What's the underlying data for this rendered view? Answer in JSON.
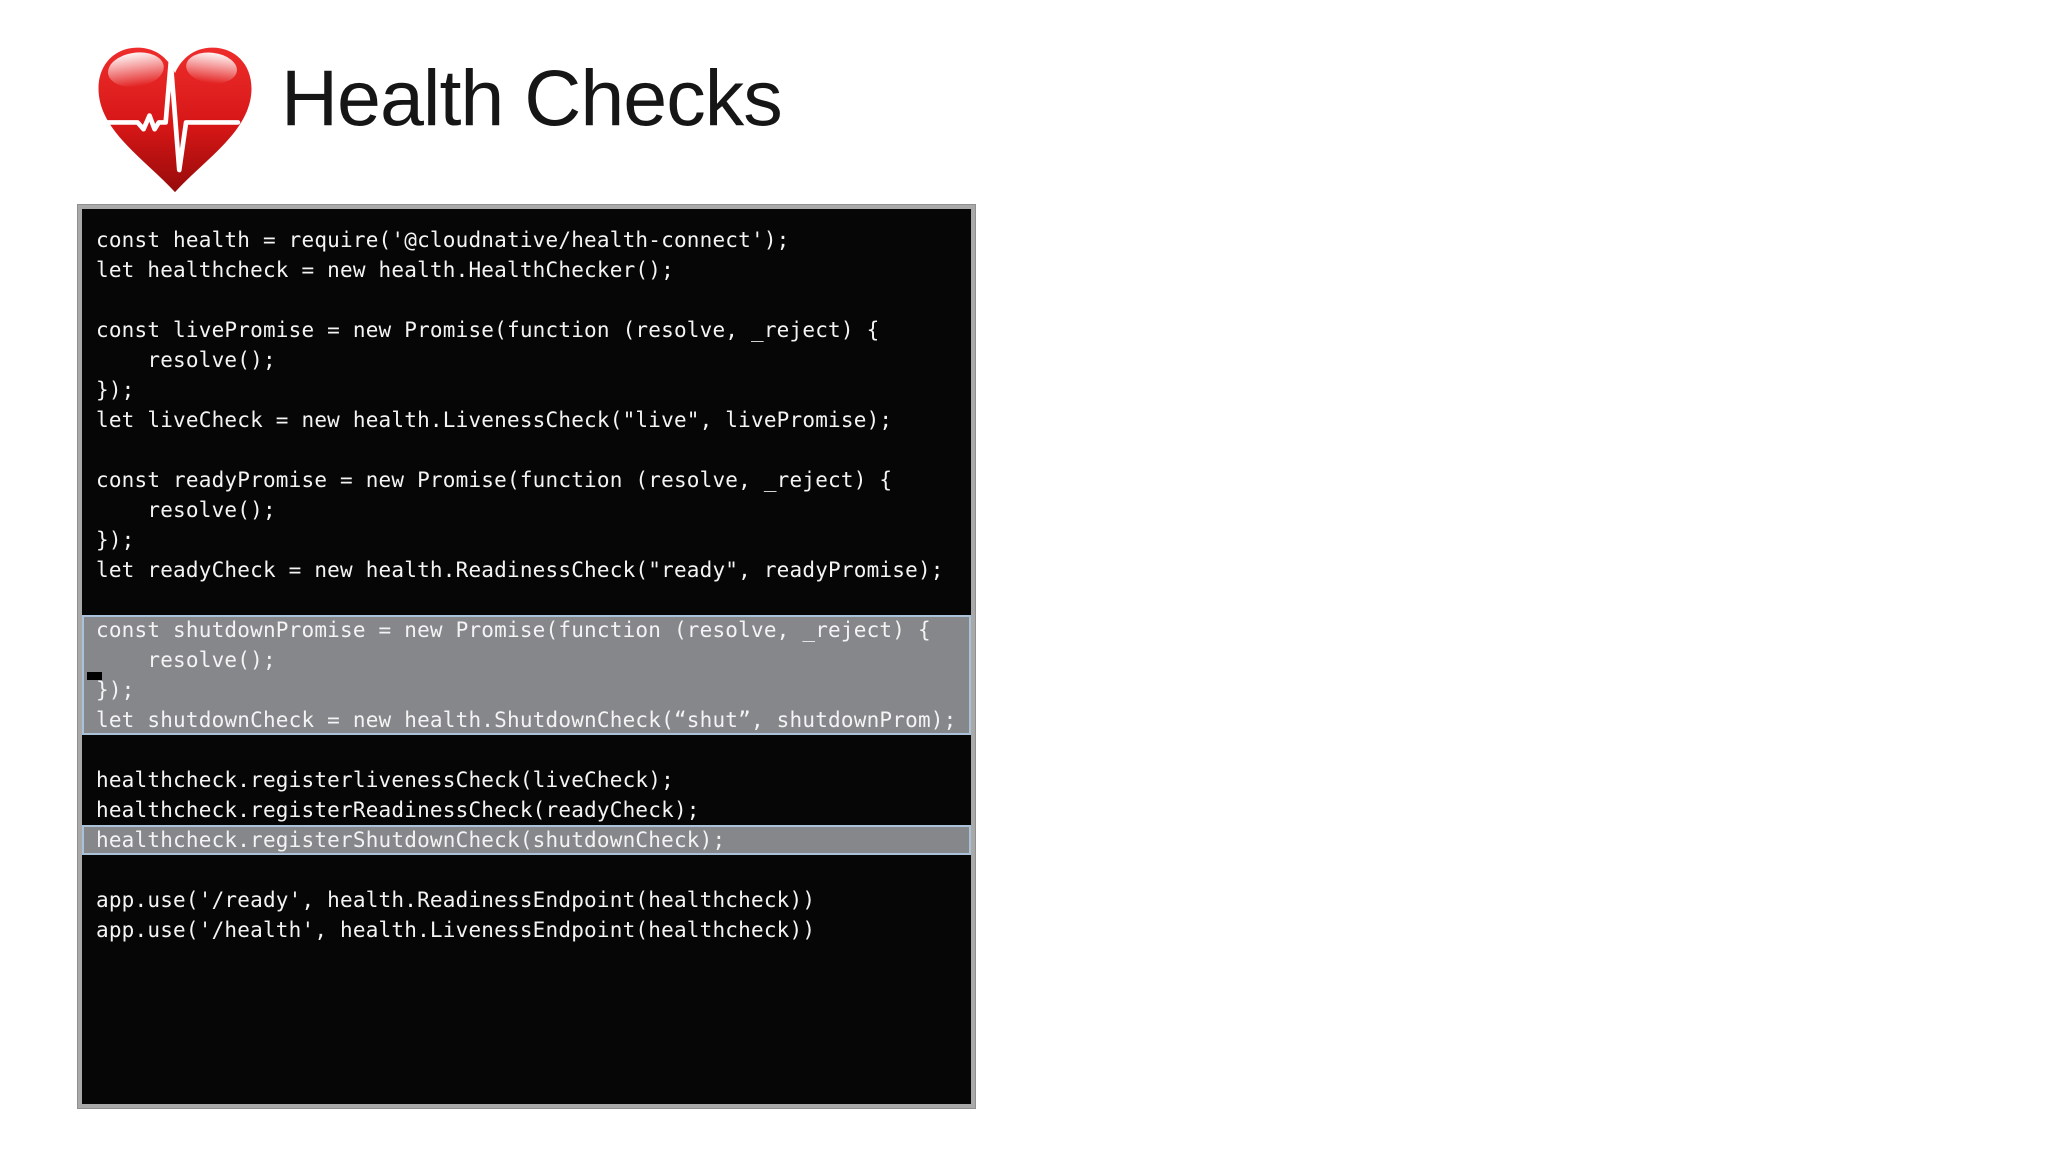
{
  "header": {
    "title": "Health Checks",
    "icon": "heart-ekg-icon"
  },
  "colors": {
    "heart_red": "#d61616",
    "heart_red_light": "#ee2c2c",
    "heart_red_dark": "#970b0b",
    "ekg_line": "#ffffff",
    "code_background": "#060606",
    "code_text": "#f4f4f4",
    "code_border": "#a9a9a9",
    "highlight_background": "#86878b",
    "highlight_outline": "#a9c1d9",
    "title_text": "#161616"
  },
  "code_block": {
    "language": "javascript",
    "lines": [
      {
        "text": "const health = require('@cloudnative/health-connect');",
        "highlighted": false,
        "cursor": false
      },
      {
        "text": "let healthcheck = new health.HealthChecker();",
        "highlighted": false,
        "cursor": false
      },
      {
        "text": "",
        "highlighted": false,
        "cursor": false
      },
      {
        "text": "const livePromise = new Promise(function (resolve, _reject) {",
        "highlighted": false,
        "cursor": false
      },
      {
        "text": "    resolve();",
        "highlighted": false,
        "cursor": false
      },
      {
        "text": "});",
        "highlighted": false,
        "cursor": false
      },
      {
        "text": "let liveCheck = new health.LivenessCheck(\"live\", livePromise);",
        "highlighted": false,
        "cursor": false
      },
      {
        "text": "",
        "highlighted": false,
        "cursor": false
      },
      {
        "text": "const readyPromise = new Promise(function (resolve, _reject) {",
        "highlighted": false,
        "cursor": false
      },
      {
        "text": "    resolve();",
        "highlighted": false,
        "cursor": false
      },
      {
        "text": "});",
        "highlighted": false,
        "cursor": false
      },
      {
        "text": "let readyCheck = new health.ReadinessCheck(\"ready\", readyPromise);",
        "highlighted": false,
        "cursor": false
      },
      {
        "text": "",
        "highlighted": false,
        "cursor": false
      },
      {
        "text": "const shutdownPromise = new Promise(function (resolve, _reject) {",
        "highlighted": true,
        "cursor": false
      },
      {
        "text": "    resolve();",
        "highlighted": true,
        "cursor": false
      },
      {
        "text": "});",
        "highlighted": true,
        "cursor": true
      },
      {
        "text": "let shutdownCheck = new health.ShutdownCheck(“shut”, shutdownProm);",
        "highlighted": true,
        "cursor": false
      },
      {
        "text": "",
        "highlighted": false,
        "cursor": false
      },
      {
        "text": "healthcheck.registerlivenessCheck(liveCheck);",
        "highlighted": false,
        "cursor": false
      },
      {
        "text": "healthcheck.registerReadinessCheck(readyCheck);",
        "highlighted": false,
        "cursor": false
      },
      {
        "text": "healthcheck.registerShutdownCheck(shutdownCheck);",
        "highlighted": true,
        "cursor": false
      },
      {
        "text": "",
        "highlighted": false,
        "cursor": false
      },
      {
        "text": "app.use('/ready', health.ReadinessEndpoint(healthcheck))",
        "highlighted": false,
        "cursor": false
      },
      {
        "text": "app.use('/health', health.LivenessEndpoint(healthcheck))",
        "highlighted": false,
        "cursor": false
      }
    ]
  }
}
